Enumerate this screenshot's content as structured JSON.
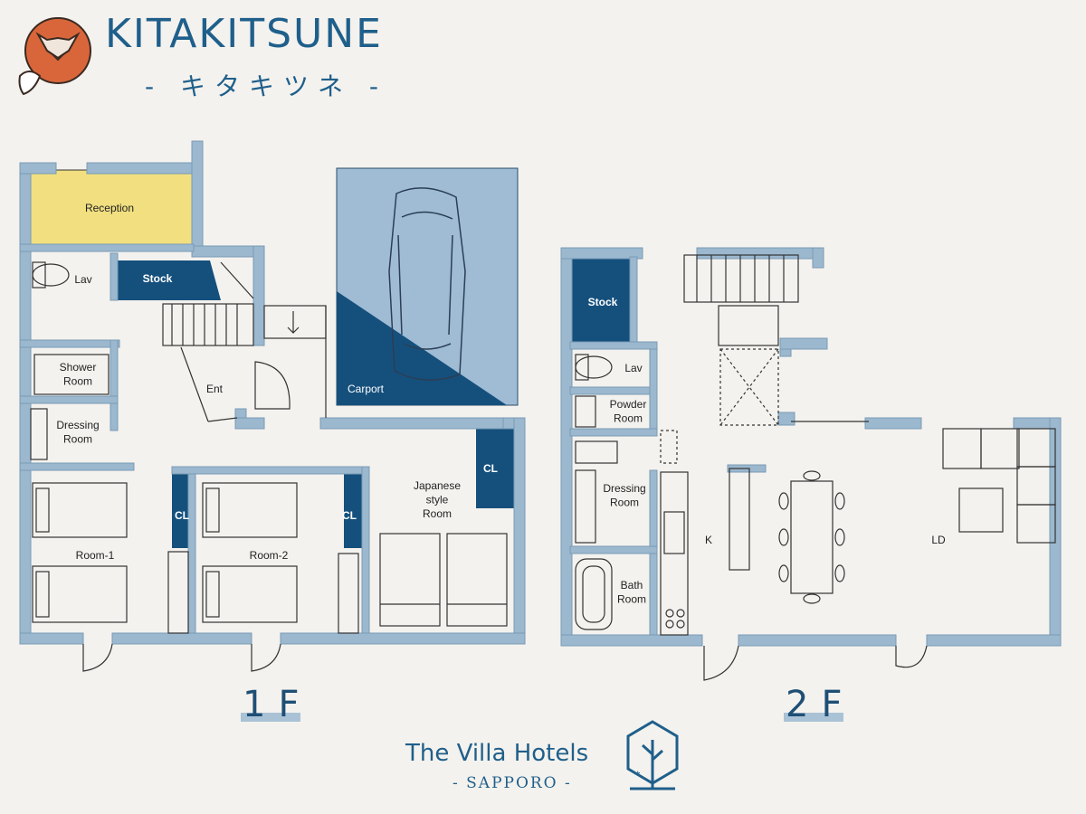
{
  "brand": {
    "name": "KITAKITSUNE",
    "subtitle": "- キタキツネ -",
    "logo_icon": "fox-icon",
    "accent_color": "#1f5f8b"
  },
  "hotel": {
    "name": "The Villa Hotels",
    "city": "- SAPPORO -",
    "logo_icon": "house-tree-icon"
  },
  "colors": {
    "wall": "#9bb8cf",
    "wall_stroke": "#7a9bb5",
    "dark_blue": "#15507d",
    "reception_yellow": "#f1df80",
    "carport_light": "#9fbcd4",
    "background": "#f4f2ee"
  },
  "floor1": {
    "label": "1F",
    "rooms": {
      "reception": "Reception",
      "lav": "Lav",
      "stock": "Stock",
      "shower": "Shower Room",
      "ent": "Ent",
      "carport": "Carport",
      "dressing": "Dressing Room",
      "room1": "Room-1",
      "cl1": "CL",
      "room2": "Room-2",
      "cl2": "CL",
      "japanese": "Japanese style Room",
      "cl3": "CL"
    }
  },
  "floor2": {
    "label": "2F",
    "rooms": {
      "stock": "Stock",
      "lav": "Lav",
      "powder": "Powder Room",
      "dressing": "Dressing Room",
      "bath": "Bath Room",
      "k": "K",
      "ld": "LD"
    }
  }
}
